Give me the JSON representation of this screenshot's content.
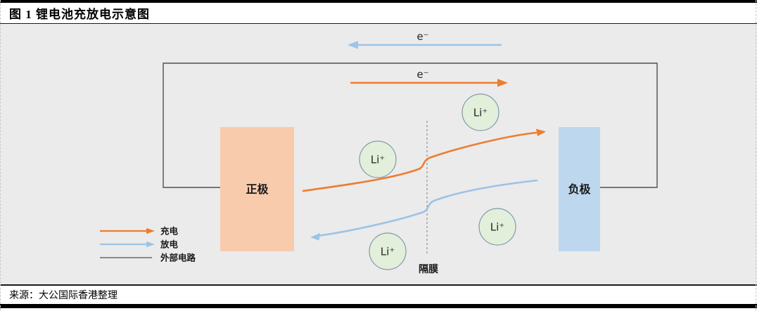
{
  "figure": {
    "title": "图 1  锂电池充放电示意图",
    "source": "来源：大公国际香港整理"
  },
  "diagram": {
    "electron_top": {
      "label": "e⁻",
      "direction": "left"
    },
    "electron_bottom": {
      "label": "e⁻",
      "direction": "right"
    },
    "cathode_label": "正极",
    "anode_label": "负极",
    "membrane_label": "隔膜",
    "ion_label": "Li⁺",
    "legend": [
      {
        "label": "充电",
        "style": "arrow"
      },
      {
        "label": "放电",
        "style": "arrow"
      },
      {
        "label": "外部电路",
        "style": "line"
      }
    ]
  },
  "colors": {
    "charge": "#ed7d31",
    "discharge": "#9dc3e6",
    "circuit": "#4f4f4f",
    "cathode_fill": "#f8cbad",
    "anode_fill": "#bdd7ee",
    "ion_fill": "#e2efda",
    "ion_stroke": "#8497b0",
    "membrane": "#9e9e9e",
    "canvas_bg": "#ebebeb"
  }
}
